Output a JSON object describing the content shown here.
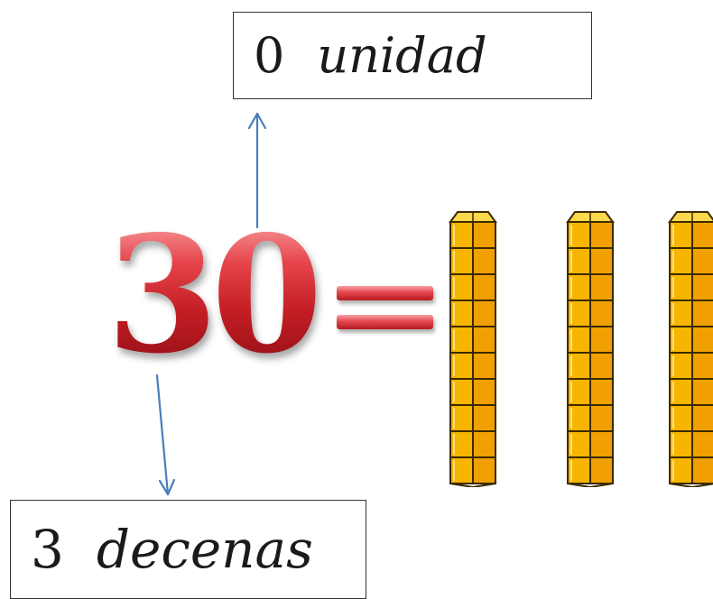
{
  "number": "30",
  "equals": "=",
  "units_label": {
    "digit": "0",
    "word": "unidad"
  },
  "tens_label": {
    "digit": "3",
    "word": "decenas"
  },
  "ten_rods": {
    "count": 3,
    "cubes_per_rod": 10,
    "color": "#f7b500",
    "outline_color": "#3b2a00"
  },
  "arrow_color": "#4a7ebb",
  "number_color": "#d92b32"
}
